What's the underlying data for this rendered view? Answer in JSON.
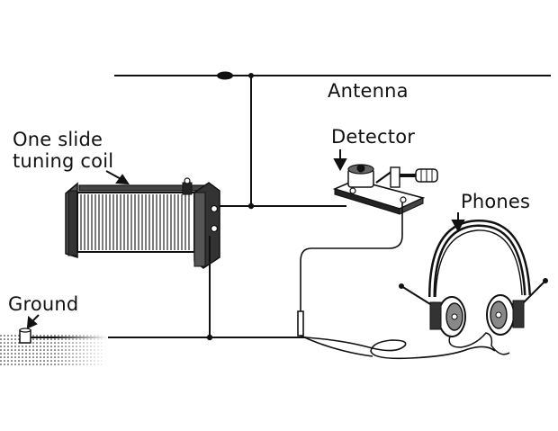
{
  "labels": {
    "antenna": "Antenna",
    "detector": "Detector",
    "coil": "One slide tuning coil",
    "phones": "Phones",
    "ground": "Ground"
  },
  "colors": {
    "ink": "#111111",
    "paper": "#ffffff"
  }
}
